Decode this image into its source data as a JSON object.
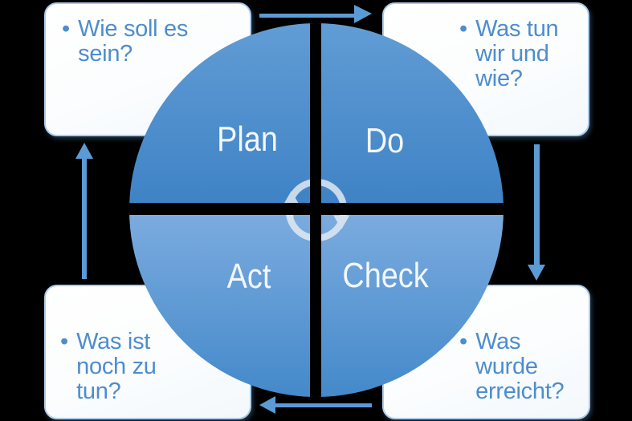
{
  "cycle": {
    "quadrants": [
      {
        "id": "plan",
        "label": "Plan"
      },
      {
        "id": "do",
        "label": "Do"
      },
      {
        "id": "act",
        "label": "Act"
      },
      {
        "id": "check",
        "label": "Check"
      }
    ],
    "center_icon": "cycle-arrows-icon"
  },
  "notes": [
    {
      "position": "top-left",
      "bullet": "•",
      "text": "Wie soll es\nsein?"
    },
    {
      "position": "top-right",
      "bullet": "•",
      "text": "Was tun\nwir und\nwie?"
    },
    {
      "position": "bottom-left",
      "bullet": "•",
      "text": "Was ist\nnoch zu\ntun?"
    },
    {
      "position": "bottom-right",
      "bullet": "•",
      "text": "Was wurde\nerreicht?"
    }
  ],
  "arrows": [
    {
      "from": "Plan",
      "to": "Do",
      "direction": "right"
    },
    {
      "from": "Do",
      "to": "Check",
      "direction": "down"
    },
    {
      "from": "Check",
      "to": "Act",
      "direction": "left"
    },
    {
      "from": "Act",
      "to": "Plan",
      "direction": "up"
    }
  ],
  "colors": {
    "background": "#000000",
    "arrow_blue": "#5b9bd5",
    "note_text_blue": "#4d8dcd",
    "note_border": "#aecbe8",
    "quad_top_gradient_start": "#619cd5",
    "quad_top_gradient_end": "#3e82c5",
    "quad_bottom_gradient_start": "#7cacdf",
    "quad_bottom_gradient_end": "#4489ca",
    "quadrant_label_color": "#f3f7fb",
    "cycle_icon_color": "#e6ecf3"
  }
}
